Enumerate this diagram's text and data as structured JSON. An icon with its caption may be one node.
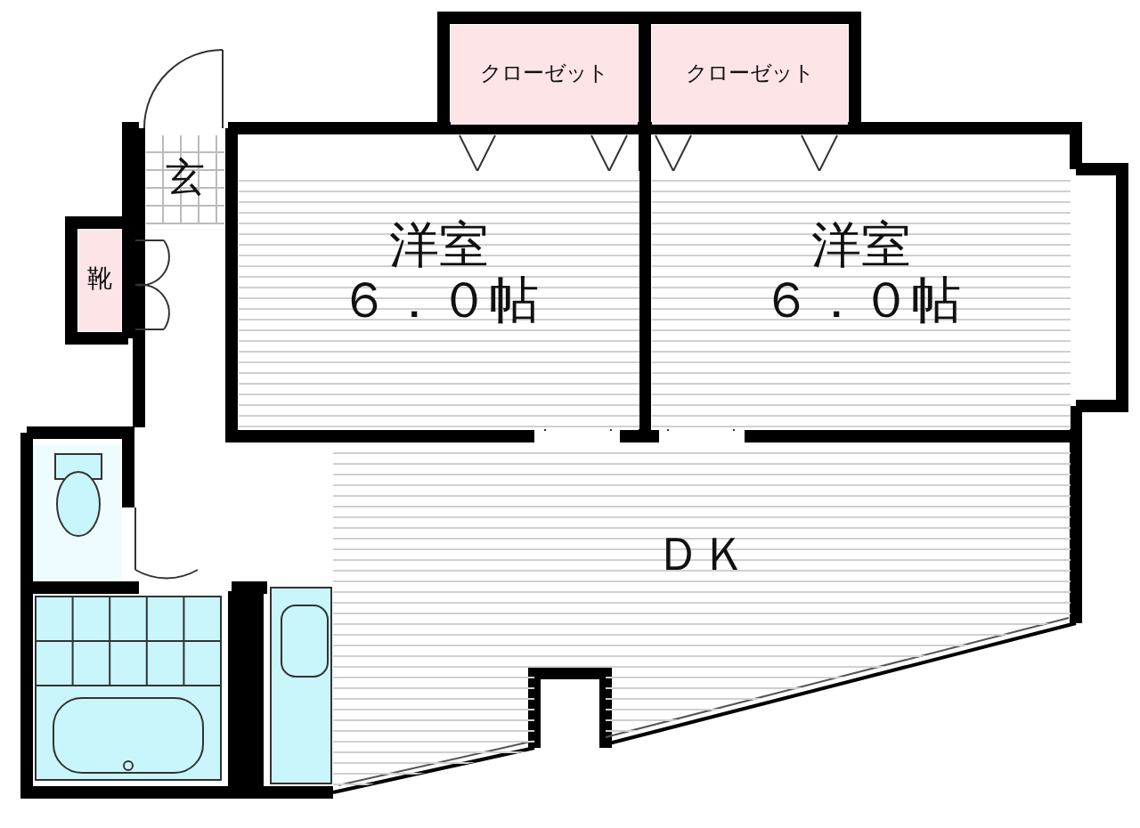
{
  "diagram": {
    "nodes": [
      {
        "text": [
          "クローゼット"
        ]
      },
      {
        "text": [
          "クローゼット"
        ]
      },
      {
        "text": [
          "玄"
        ]
      },
      {
        "text": [
          "靴"
        ]
      },
      {
        "text": [
          "洋室",
          "６．０帖"
        ]
      },
      {
        "text": [
          "洋室",
          "６．０帖"
        ]
      },
      {
        "text": [
          "ＤＫ"
        ]
      }
    ]
  }
}
